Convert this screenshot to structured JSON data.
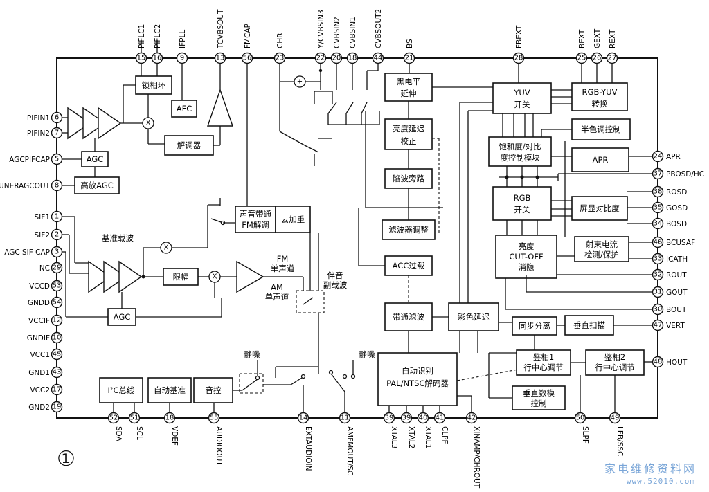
{
  "figure_number": "①",
  "watermark": "家电维修资料网",
  "watermark_url": "www.52010.com",
  "pins_top": [
    {
      "num": "15",
      "label": "PIFLC1"
    },
    {
      "num": "16",
      "label": "PIFLC2"
    },
    {
      "num": "9",
      "label": "IFPLL"
    },
    {
      "num": "13",
      "label": "TCVBSOUT"
    },
    {
      "num": "56",
      "label": "FMCAP"
    },
    {
      "num": "23",
      "label": "CHR"
    },
    {
      "num": "22",
      "label": "Y/CVBSIN3"
    },
    {
      "num": "20",
      "label": "CVBSIN2"
    },
    {
      "num": "18",
      "label": "CVBSIN1"
    },
    {
      "num": "44",
      "label": "CVBSOUT2"
    },
    {
      "num": "21",
      "label": "BS"
    },
    {
      "num": "28",
      "label": "FBEXT"
    },
    {
      "num": "25",
      "label": "BEXT"
    },
    {
      "num": "26",
      "label": "GEXT"
    },
    {
      "num": "27",
      "label": "REXT"
    }
  ],
  "pins_left": [
    {
      "num": "6",
      "label": "PIFIN1"
    },
    {
      "num": "7",
      "label": "PIFIN2"
    },
    {
      "num": "5",
      "label": "AGCPIFCAP"
    },
    {
      "num": "8",
      "label": "TUNERAGCOUT"
    },
    {
      "num": "1",
      "label": "SIF1"
    },
    {
      "num": "2",
      "label": "SIF2"
    },
    {
      "num": "3",
      "label": "AGC SIF CAP"
    },
    {
      "num": "29",
      "label": "NC"
    },
    {
      "num": "53",
      "label": "VCCD"
    },
    {
      "num": "54",
      "label": "GNDD"
    },
    {
      "num": "12",
      "label": "VCCIF"
    },
    {
      "num": "10",
      "label": "GNDIF"
    },
    {
      "num": "45",
      "label": "VCC1"
    },
    {
      "num": "43",
      "label": "GND1"
    },
    {
      "num": "17",
      "label": "VCC2"
    },
    {
      "num": "19",
      "label": "GND2"
    }
  ],
  "pins_right": [
    {
      "num": "24",
      "label": "APR"
    },
    {
      "num": "37",
      "label": "PBOSD/HC"
    },
    {
      "num": "38",
      "label": "ROSD"
    },
    {
      "num": "35",
      "label": "GOSD"
    },
    {
      "num": "34",
      "label": "BOSD"
    },
    {
      "num": "46",
      "label": "BCUSAF"
    },
    {
      "num": "33",
      "label": "ICATH"
    },
    {
      "num": "32",
      "label": "ROUT"
    },
    {
      "num": "31",
      "label": "GOUT"
    },
    {
      "num": "30",
      "label": "BOUT"
    },
    {
      "num": "47",
      "label": "VERT"
    },
    {
      "num": "48",
      "label": "HOUT"
    }
  ],
  "pins_bottom": [
    {
      "num": "52",
      "label": "SDA"
    },
    {
      "num": "51",
      "label": "SCL"
    },
    {
      "num": "18",
      "label": "VDEF"
    },
    {
      "num": "55",
      "label": "AUDIOOUT"
    },
    {
      "num": "14",
      "label": "EXTAUDIOIN"
    },
    {
      "num": "11",
      "label": "AMFMOUT/SC"
    },
    {
      "num": "39",
      "label": "XTAL3"
    },
    {
      "num": "39",
      "label": "XTAL2"
    },
    {
      "num": "40",
      "label": "XTAL1"
    },
    {
      "num": "41",
      "label": "CLPF"
    },
    {
      "num": "42",
      "label": "XINAMP/CHROUT"
    },
    {
      "num": "50",
      "label": "SLPF"
    },
    {
      "num": "49",
      "label": "LFB/SSC"
    }
  ],
  "blocks": {
    "pll": "锁相环",
    "afc": "AFC",
    "demod": "解调器",
    "agc_pif": "AGC",
    "hi_agc": "高放AGC",
    "sound_bp": [
      "声音带通",
      "FM解调"
    ],
    "deemph": "去加重",
    "limiter": "限幅",
    "agc_sif": "AGC",
    "i2c": "I²C总线",
    "auto_ref": "自动基准",
    "tone": "音控",
    "black_level": [
      "黑电平",
      "延伸"
    ],
    "luma_delay": [
      "亮度延迟",
      "校正"
    ],
    "trap_bypass": "陷波旁路",
    "filter_adj": "滤波器调整",
    "acc_overload": "ACC过载",
    "bandpass": "带通滤波",
    "chroma_delay": "彩色延迟",
    "decoder": [
      "自动识别",
      "PAL/NTSC解码器"
    ],
    "yuv_sw": [
      "YUV",
      "开关"
    ],
    "rgb_yuv": [
      "RGB-YUV",
      "转换"
    ],
    "halftone": "半色调控制",
    "sat_ctrl": [
      "饱和度/对比",
      "度控制模块"
    ],
    "apr": "APR",
    "rgb_sw": [
      "RGB",
      "开关"
    ],
    "osd_contrast": "屏显对比度",
    "cutoff": [
      "亮度",
      "CUT-OFF",
      "消隐"
    ],
    "beam": [
      "射束电流",
      "检测/保护"
    ],
    "sync_sep": "同步分离",
    "vscan": "垂直扫描",
    "phase1": [
      "鉴相1",
      "行中心调节"
    ],
    "phase2": [
      "鉴相2",
      "行中心调节"
    ],
    "vcount": [
      "垂直数模",
      "控制"
    ]
  },
  "labels": {
    "subcarrier": "基准载波",
    "fm_mono": [
      "FM",
      "单声道"
    ],
    "am_mono": [
      "AM",
      "单声道"
    ],
    "sound_sub": [
      "伴音",
      "副载波"
    ],
    "mute1": "静噪",
    "mute2": "静噪",
    "mult": "X",
    "adder": "+"
  }
}
